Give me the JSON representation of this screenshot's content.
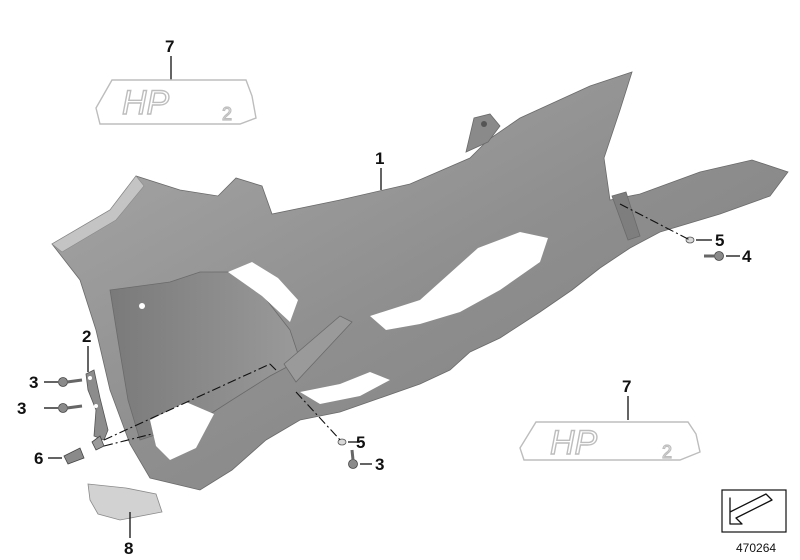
{
  "diagram_id": "470264",
  "callouts": {
    "c1": "1",
    "c2": "2",
    "c3a": "3",
    "c3b": "3",
    "c3c": "3",
    "c4": "4",
    "c5a": "5",
    "c5b": "5",
    "c6": "6",
    "c7a": "7",
    "c7b": "7",
    "c8": "8"
  },
  "badge_text": {
    "main": "HP",
    "sub": "2"
  },
  "colors": {
    "fairing": "#8e8e8e",
    "fairing_dark": "#6f6f6f",
    "fairing_light": "#b4b4b4",
    "outline_text": "#bdbdbd",
    "ink": "#111111"
  },
  "icons": {
    "direction": "arrow-direction-icon"
  }
}
